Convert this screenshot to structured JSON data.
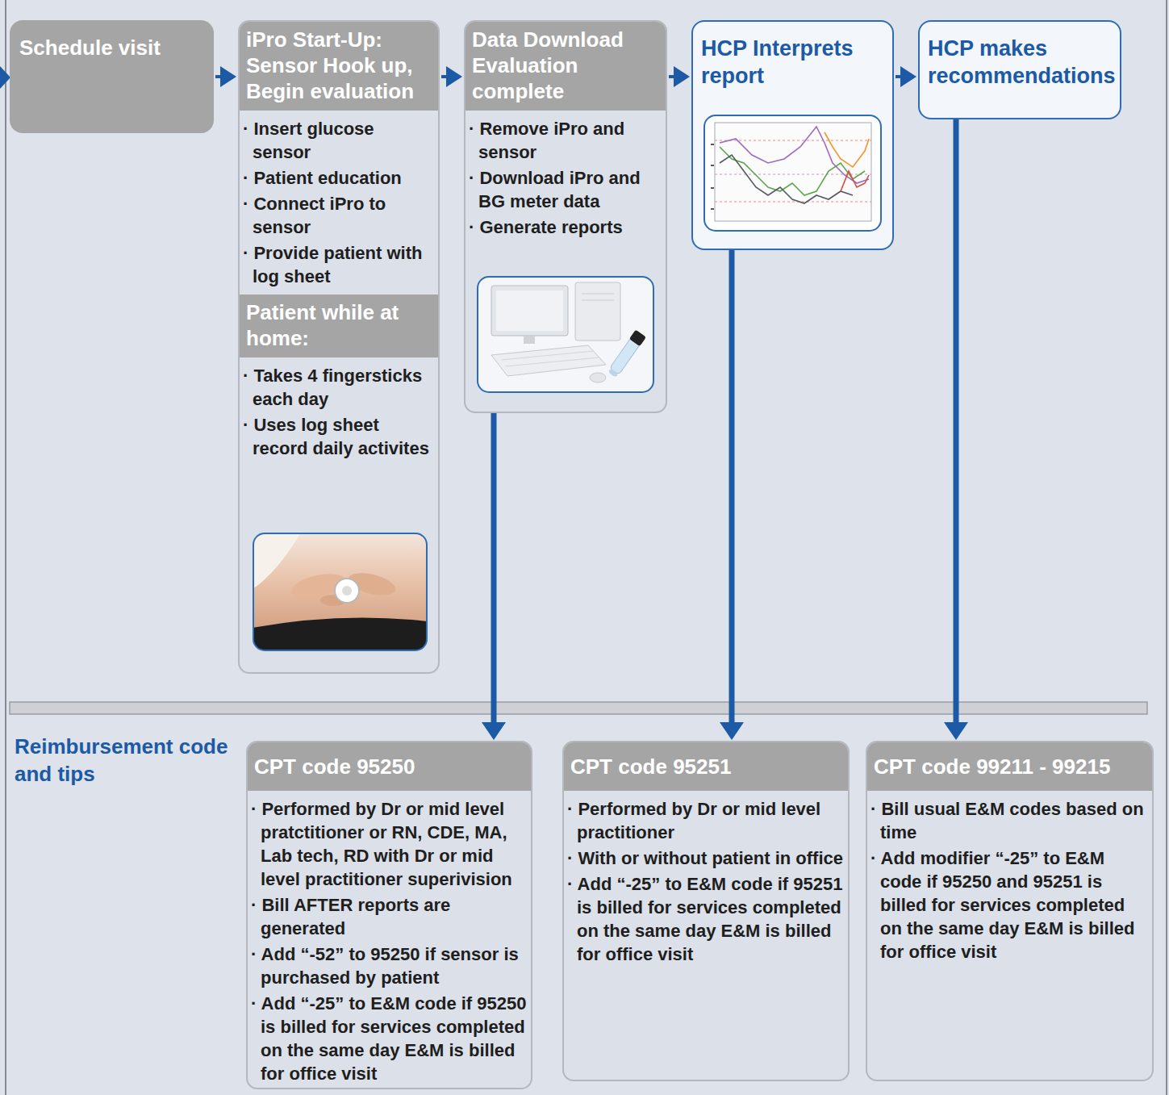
{
  "diagram": {
    "nodes": [
      {
        "text": [
          "Schedule visit"
        ]
      },
      {
        "text": [
          "iPro Start-Up: Sensor Hook up, Begin evaluation",
          "· Insert glucose sensor",
          "· Patient education",
          "· Connect iPro to sensor",
          "· Provide patient with log sheet"
        ]
      },
      {
        "text": [
          "Patient while at home:",
          "· Takes 4 fingersticks each day",
          "· Uses log sheet record daily activites"
        ],
        "in": 1
      },
      {
        "text": [
          "Data Download Evaluation complete",
          "· Remove iPro and sensor",
          "· Download iPro and BG meter data",
          "· Generate reports"
        ]
      },
      {
        "text": [
          "HCP Interprets report"
        ]
      },
      {
        "text": [
          "HCP makes recommendations"
        ]
      },
      {
        "text": [
          "CPT code 95250",
          "· Performed by Dr or mid level pratctitioner or RN, CDE, MA, Lab tech, RD with Dr or mid level practitioner superivision",
          "· Bill AFTER reports are generated",
          "· Add “-52” to 95250 if sensor is purchased by patient",
          "· Add “-25” to E&M code if 95250 is billed for services completed on the same day E&M is billed for office visit"
        ]
      },
      {
        "text": [
          "CPT code 95251",
          "· Performed by Dr or mid level practitioner",
          "· With or without patient in office",
          "· Add “-25” to E&M code if 95251 is billed for services completed on the same day E&M is billed for office visit"
        ]
      },
      {
        "text": [
          "CPT code 99211 - 99215",
          "· Bill usual E&M codes based on time",
          "· Add modifier “-25” to E&M code if 95250 and 95251 is billed for services completed on the same day E&M is billed for office visit"
        ]
      }
    ],
    "edges": [
      {
        "from": 0,
        "to": 1,
        "arrow": "to"
      },
      {
        "from": 1,
        "to": 3,
        "arrow": "to"
      },
      {
        "from": 3,
        "to": 4,
        "arrow": "to"
      },
      {
        "from": 4,
        "to": 5,
        "arrow": "to"
      },
      {
        "from": 3,
        "to": 6,
        "arrow": "to"
      },
      {
        "from": 4,
        "to": 7,
        "arrow": "to"
      },
      {
        "from": 5,
        "to": 8,
        "arrow": "to"
      }
    ],
    "labels": [
      "Reimbursement code and tips"
    ]
  }
}
